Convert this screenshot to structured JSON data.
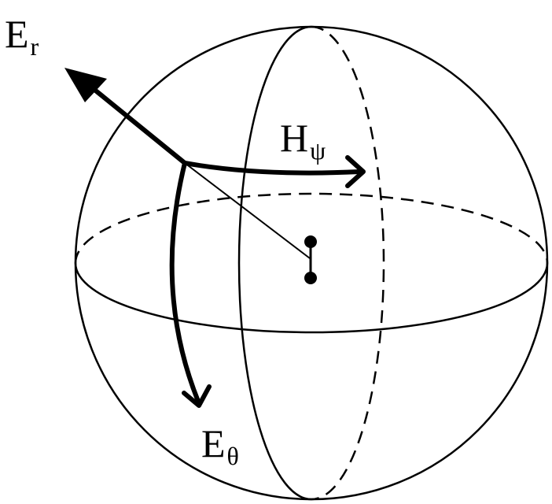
{
  "labels": {
    "e_r": {
      "main": "E",
      "sub": "r"
    },
    "h_psi": {
      "main": "H",
      "sub": "ψ"
    },
    "e_theta": {
      "main": "E",
      "sub": "θ"
    }
  },
  "colors": {
    "ink": "#000000",
    "background": "#ffffff"
  }
}
